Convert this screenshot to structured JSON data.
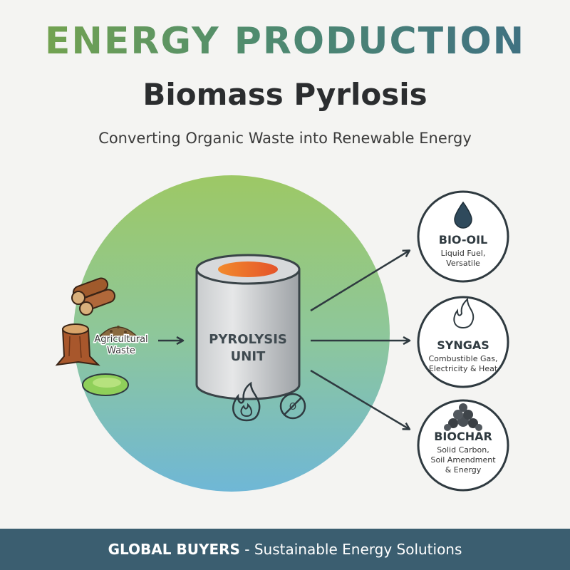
{
  "header": {
    "title": "ENERGY PRODUCTION",
    "subtitle": "Biomass Pyrlosis",
    "tagline": "Converting Organic Waste into Renewable Energy"
  },
  "input": {
    "label_line1": "Agricultural",
    "label_line2": "Waste"
  },
  "unit": {
    "label_line1": "PYROLYSIS",
    "label_line2": "UNIT"
  },
  "outputs": [
    {
      "title": "BIO-OIL",
      "lines": [
        "Liquid Fuel,",
        "Versatile"
      ],
      "icon": "droplet-icon"
    },
    {
      "title": "SYNGAS",
      "lines": [
        "Combustible Gas,",
        "Electricity & Heat"
      ],
      "icon": "flame-icon"
    },
    {
      "title": "BIOCHAR",
      "lines": [
        "Solid Carbon,",
        "Soil Amendment",
        "& Energy"
      ],
      "icon": "coal-pile-icon"
    }
  ],
  "footer": {
    "brand": "GLOBAL BUYERS",
    "separator": " - ",
    "text": "Sustainable Energy Solutions"
  },
  "colors": {
    "circle_top": "#8fbf5a",
    "circle_bottom": "#6fb7d6",
    "footer_bg": "#3b5e70",
    "outline": "#2f3a40",
    "heat_orange": "#f07a24"
  }
}
